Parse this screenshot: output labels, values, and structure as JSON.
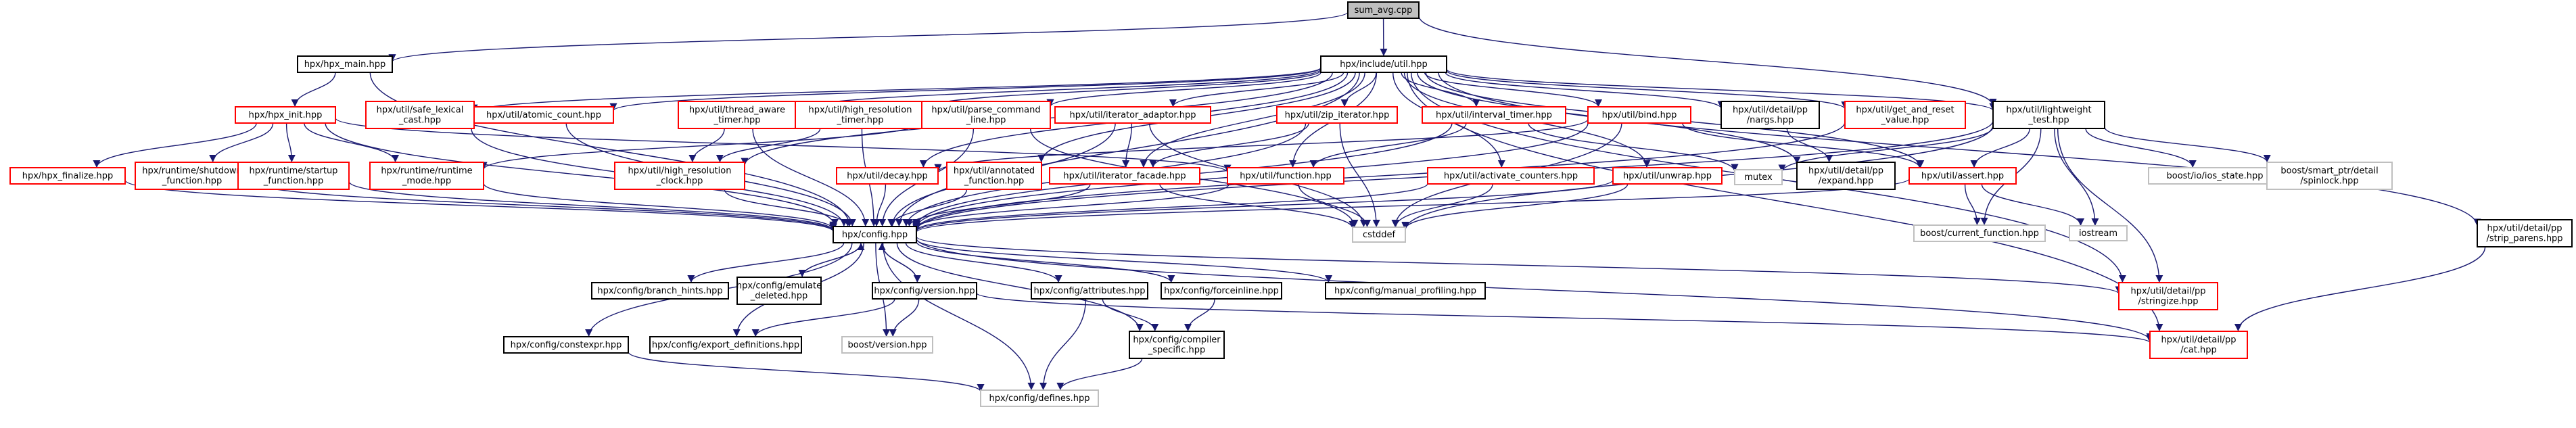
{
  "colors": {
    "root_fill": "#bfbfbf",
    "documented_border": "#000000",
    "missing_border": "#ff0000",
    "external_border": "#bfbfbf",
    "external_text": "#7f7f7f",
    "edge": "#191970"
  },
  "nodes": [
    {
      "id": "sum_avg",
      "kind": "root",
      "lines": [
        "sum_avg.cpp"
      ]
    },
    {
      "id": "hpx_main",
      "kind": "doc",
      "lines": [
        "hpx/hpx_main.hpp"
      ]
    },
    {
      "id": "util",
      "kind": "doc",
      "lines": [
        "hpx/include/util.hpp"
      ]
    },
    {
      "id": "hpx_init",
      "kind": "missing",
      "lines": [
        "hpx/hpx_init.hpp"
      ]
    },
    {
      "id": "safe_lexical",
      "kind": "missing",
      "lines": [
        "hpx/util/safe_lexical",
        "_cast.hpp"
      ]
    },
    {
      "id": "atomic_count",
      "kind": "missing",
      "lines": [
        "hpx/util/atomic_count.hpp"
      ]
    },
    {
      "id": "thread_aware",
      "kind": "missing",
      "lines": [
        "hpx/util/thread_aware",
        "_timer.hpp"
      ]
    },
    {
      "id": "high_res_timer",
      "kind": "missing",
      "lines": [
        "hpx/util/high_resolution",
        "_timer.hpp"
      ]
    },
    {
      "id": "parse_cmd",
      "kind": "missing",
      "lines": [
        "hpx/util/parse_command",
        "_line.hpp"
      ]
    },
    {
      "id": "iter_adaptor",
      "kind": "missing",
      "lines": [
        "hpx/util/iterator_adaptor.hpp"
      ]
    },
    {
      "id": "zip_iter",
      "kind": "missing",
      "lines": [
        "hpx/util/zip_iterator.hpp"
      ]
    },
    {
      "id": "interval_timer",
      "kind": "missing",
      "lines": [
        "hpx/util/interval_timer.hpp"
      ]
    },
    {
      "id": "bind",
      "kind": "missing",
      "lines": [
        "hpx/util/bind.hpp"
      ]
    },
    {
      "id": "nargs",
      "kind": "doc",
      "lines": [
        "hpx/util/detail/pp",
        "/nargs.hpp"
      ]
    },
    {
      "id": "get_and_reset",
      "kind": "missing",
      "lines": [
        "hpx/util/get_and_reset",
        "_value.hpp"
      ]
    },
    {
      "id": "lightweight_test",
      "kind": "doc",
      "lines": [
        "hpx/util/lightweight",
        "_test.hpp"
      ]
    },
    {
      "id": "hpx_finalize",
      "kind": "missing",
      "lines": [
        "hpx/hpx_finalize.hpp"
      ]
    },
    {
      "id": "rt_shutdown",
      "kind": "missing",
      "lines": [
        "hpx/runtime/shutdown",
        "_function.hpp"
      ]
    },
    {
      "id": "rt_startup",
      "kind": "missing",
      "lines": [
        "hpx/runtime/startup",
        "_function.hpp"
      ]
    },
    {
      "id": "rt_mode",
      "kind": "missing",
      "lines": [
        "hpx/runtime/runtime",
        "_mode.hpp"
      ]
    },
    {
      "id": "high_res_clock",
      "kind": "missing",
      "lines": [
        "hpx/util/high_resolution",
        "_clock.hpp"
      ]
    },
    {
      "id": "decay",
      "kind": "missing",
      "lines": [
        "hpx/util/decay.hpp"
      ]
    },
    {
      "id": "annotated_fn",
      "kind": "missing",
      "lines": [
        "hpx/util/annotated",
        "_function.hpp"
      ]
    },
    {
      "id": "iter_facade",
      "kind": "missing",
      "lines": [
        "hpx/util/iterator_facade.hpp"
      ]
    },
    {
      "id": "function",
      "kind": "missing",
      "lines": [
        "hpx/util/function.hpp"
      ]
    },
    {
      "id": "activate_counters",
      "kind": "missing",
      "lines": [
        "hpx/util/activate_counters.hpp"
      ]
    },
    {
      "id": "unwrap",
      "kind": "missing",
      "lines": [
        "hpx/util/unwrap.hpp"
      ]
    },
    {
      "id": "mutex",
      "kind": "ext",
      "lines": [
        "mutex"
      ]
    },
    {
      "id": "expand",
      "kind": "doc",
      "lines": [
        "hpx/util/detail/pp",
        "/expand.hpp"
      ]
    },
    {
      "id": "assert",
      "kind": "missing",
      "lines": [
        "hpx/util/assert.hpp"
      ]
    },
    {
      "id": "iostate",
      "kind": "ext",
      "lines": [
        "boost/io/ios_state.hpp"
      ]
    },
    {
      "id": "spinlock",
      "kind": "ext",
      "lines": [
        "boost/smart_ptr/detail",
        "/spinlock.hpp"
      ]
    },
    {
      "id": "config",
      "kind": "doc",
      "lines": [
        "hpx/config.hpp"
      ]
    },
    {
      "id": "cstddef",
      "kind": "ext",
      "lines": [
        "cstddef"
      ]
    },
    {
      "id": "current_function",
      "kind": "ext",
      "lines": [
        "boost/current_function.hpp"
      ]
    },
    {
      "id": "iostream",
      "kind": "ext",
      "lines": [
        "iostream"
      ]
    },
    {
      "id": "strip_parens",
      "kind": "doc",
      "lines": [
        "hpx/util/detail/pp",
        "/strip_parens.hpp"
      ]
    },
    {
      "id": "branch_hints",
      "kind": "doc",
      "lines": [
        "hpx/config/branch_hints.hpp"
      ]
    },
    {
      "id": "emulate_deleted",
      "kind": "doc",
      "lines": [
        "hpx/config/emulate",
        "_deleted.hpp"
      ]
    },
    {
      "id": "cfg_version",
      "kind": "doc",
      "lines": [
        "hpx/config/version.hpp"
      ]
    },
    {
      "id": "attributes",
      "kind": "doc",
      "lines": [
        "hpx/config/attributes.hpp"
      ]
    },
    {
      "id": "forceinline",
      "kind": "doc",
      "lines": [
        "hpx/config/forceinline.hpp"
      ]
    },
    {
      "id": "manual_profiling",
      "kind": "doc",
      "lines": [
        "hpx/config/manual_profiling.hpp"
      ]
    },
    {
      "id": "stringize",
      "kind": "missing",
      "lines": [
        "hpx/util/detail/pp",
        "/stringize.hpp"
      ]
    },
    {
      "id": "constexpr",
      "kind": "doc",
      "lines": [
        "hpx/config/constexpr.hpp"
      ]
    },
    {
      "id": "export_defs",
      "kind": "doc",
      "lines": [
        "hpx/config/export_definitions.hpp"
      ]
    },
    {
      "id": "boost_version",
      "kind": "ext",
      "lines": [
        "boost/version.hpp"
      ]
    },
    {
      "id": "compiler_specific",
      "kind": "doc",
      "lines": [
        "hpx/config/compiler",
        "_specific.hpp"
      ]
    },
    {
      "id": "cat",
      "kind": "missing",
      "lines": [
        "hpx/util/detail/pp",
        "/cat.hpp"
      ]
    },
    {
      "id": "defines",
      "kind": "ext",
      "lines": [
        "hpx/config/defines.hpp"
      ]
    }
  ],
  "edges": [
    [
      "sum_avg",
      "hpx_main"
    ],
    [
      "sum_avg",
      "util"
    ],
    [
      "sum_avg",
      "lightweight_test"
    ],
    [
      "hpx_main",
      "hpx_init"
    ],
    [
      "hpx_main",
      "config"
    ],
    [
      "util",
      "safe_lexical"
    ],
    [
      "util",
      "atomic_count"
    ],
    [
      "util",
      "thread_aware"
    ],
    [
      "util",
      "high_res_timer"
    ],
    [
      "util",
      "parse_cmd"
    ],
    [
      "util",
      "iter_adaptor"
    ],
    [
      "util",
      "zip_iter"
    ],
    [
      "util",
      "interval_timer"
    ],
    [
      "util",
      "bind"
    ],
    [
      "util",
      "nargs"
    ],
    [
      "util",
      "get_and_reset"
    ],
    [
      "util",
      "lightweight_test"
    ],
    [
      "util",
      "high_res_clock"
    ],
    [
      "util",
      "decay"
    ],
    [
      "util",
      "annotated_fn"
    ],
    [
      "util",
      "iter_facade"
    ],
    [
      "util",
      "function"
    ],
    [
      "util",
      "activate_counters"
    ],
    [
      "util",
      "unwrap"
    ],
    [
      "util",
      "expand"
    ],
    [
      "util",
      "assert"
    ],
    [
      "util",
      "config"
    ],
    [
      "util",
      "strip_parens"
    ],
    [
      "util",
      "stringize"
    ],
    [
      "util",
      "cat"
    ],
    [
      "hpx_init",
      "hpx_finalize"
    ],
    [
      "hpx_init",
      "rt_shutdown"
    ],
    [
      "hpx_init",
      "rt_startup"
    ],
    [
      "hpx_init",
      "rt_mode"
    ],
    [
      "hpx_init",
      "function"
    ],
    [
      "hpx_init",
      "config"
    ],
    [
      "safe_lexical",
      "config"
    ],
    [
      "atomic_count",
      "config"
    ],
    [
      "thread_aware",
      "high_res_clock"
    ],
    [
      "thread_aware",
      "config"
    ],
    [
      "high_res_timer",
      "high_res_clock"
    ],
    [
      "high_res_timer",
      "config"
    ],
    [
      "parse_cmd",
      "rt_mode"
    ],
    [
      "parse_cmd",
      "config"
    ],
    [
      "parse_cmd",
      "cstddef"
    ],
    [
      "iter_adaptor",
      "iter_facade"
    ],
    [
      "iter_adaptor",
      "config"
    ],
    [
      "iter_adaptor",
      "cstddef"
    ],
    [
      "zip_iter",
      "iter_facade"
    ],
    [
      "zip_iter",
      "config"
    ],
    [
      "zip_iter",
      "cstddef"
    ],
    [
      "interval_timer",
      "function"
    ],
    [
      "interval_timer",
      "mutex"
    ],
    [
      "interval_timer",
      "config"
    ],
    [
      "bind",
      "decay"
    ],
    [
      "bind",
      "assert"
    ],
    [
      "bind",
      "config"
    ],
    [
      "bind",
      "cstddef"
    ],
    [
      "nargs",
      "expand"
    ],
    [
      "get_and_reset",
      "config"
    ],
    [
      "lightweight_test",
      "mutex"
    ],
    [
      "lightweight_test",
      "assert"
    ],
    [
      "lightweight_test",
      "iostate"
    ],
    [
      "lightweight_test",
      "spinlock"
    ],
    [
      "lightweight_test",
      "config"
    ],
    [
      "lightweight_test",
      "cstddef"
    ],
    [
      "lightweight_test",
      "iostream"
    ],
    [
      "lightweight_test",
      "current_function"
    ],
    [
      "lightweight_test",
      "stringize"
    ],
    [
      "hpx_finalize",
      "config"
    ],
    [
      "rt_shutdown",
      "config"
    ],
    [
      "rt_startup",
      "config"
    ],
    [
      "rt_mode",
      "config"
    ],
    [
      "high_res_clock",
      "config"
    ],
    [
      "decay",
      "config"
    ],
    [
      "annotated_fn",
      "config"
    ],
    [
      "iter_facade",
      "config"
    ],
    [
      "iter_facade",
      "cstddef"
    ],
    [
      "function",
      "config"
    ],
    [
      "function",
      "cstddef"
    ],
    [
      "activate_counters",
      "config"
    ],
    [
      "activate_counters",
      "cstddef"
    ],
    [
      "unwrap",
      "config"
    ],
    [
      "unwrap",
      "cstddef"
    ],
    [
      "assert",
      "config"
    ],
    [
      "assert",
      "current_function"
    ],
    [
      "assert",
      "iostream"
    ],
    [
      "strip_parens",
      "cat"
    ],
    [
      "config",
      "branch_hints"
    ],
    [
      "config",
      "emulate_deleted"
    ],
    [
      "config",
      "cfg_version"
    ],
    [
      "config",
      "attributes"
    ],
    [
      "config",
      "forceinline"
    ],
    [
      "config",
      "manual_profiling"
    ],
    [
      "config",
      "stringize"
    ],
    [
      "config",
      "constexpr"
    ],
    [
      "config",
      "export_defs"
    ],
    [
      "config",
      "boost_version"
    ],
    [
      "config",
      "compiler_specific"
    ],
    [
      "config",
      "cat"
    ],
    [
      "config",
      "defines"
    ],
    [
      "emulate_deleted",
      "config"
    ],
    [
      "cfg_version",
      "config"
    ],
    [
      "cfg_version",
      "export_defs"
    ],
    [
      "cfg_version",
      "boost_version"
    ],
    [
      "cfg_version",
      "cat"
    ],
    [
      "attributes",
      "compiler_specific"
    ],
    [
      "attributes",
      "defines"
    ],
    [
      "forceinline",
      "compiler_specific"
    ],
    [
      "compiler_specific",
      "defines"
    ],
    [
      "constexpr",
      "defines"
    ]
  ]
}
